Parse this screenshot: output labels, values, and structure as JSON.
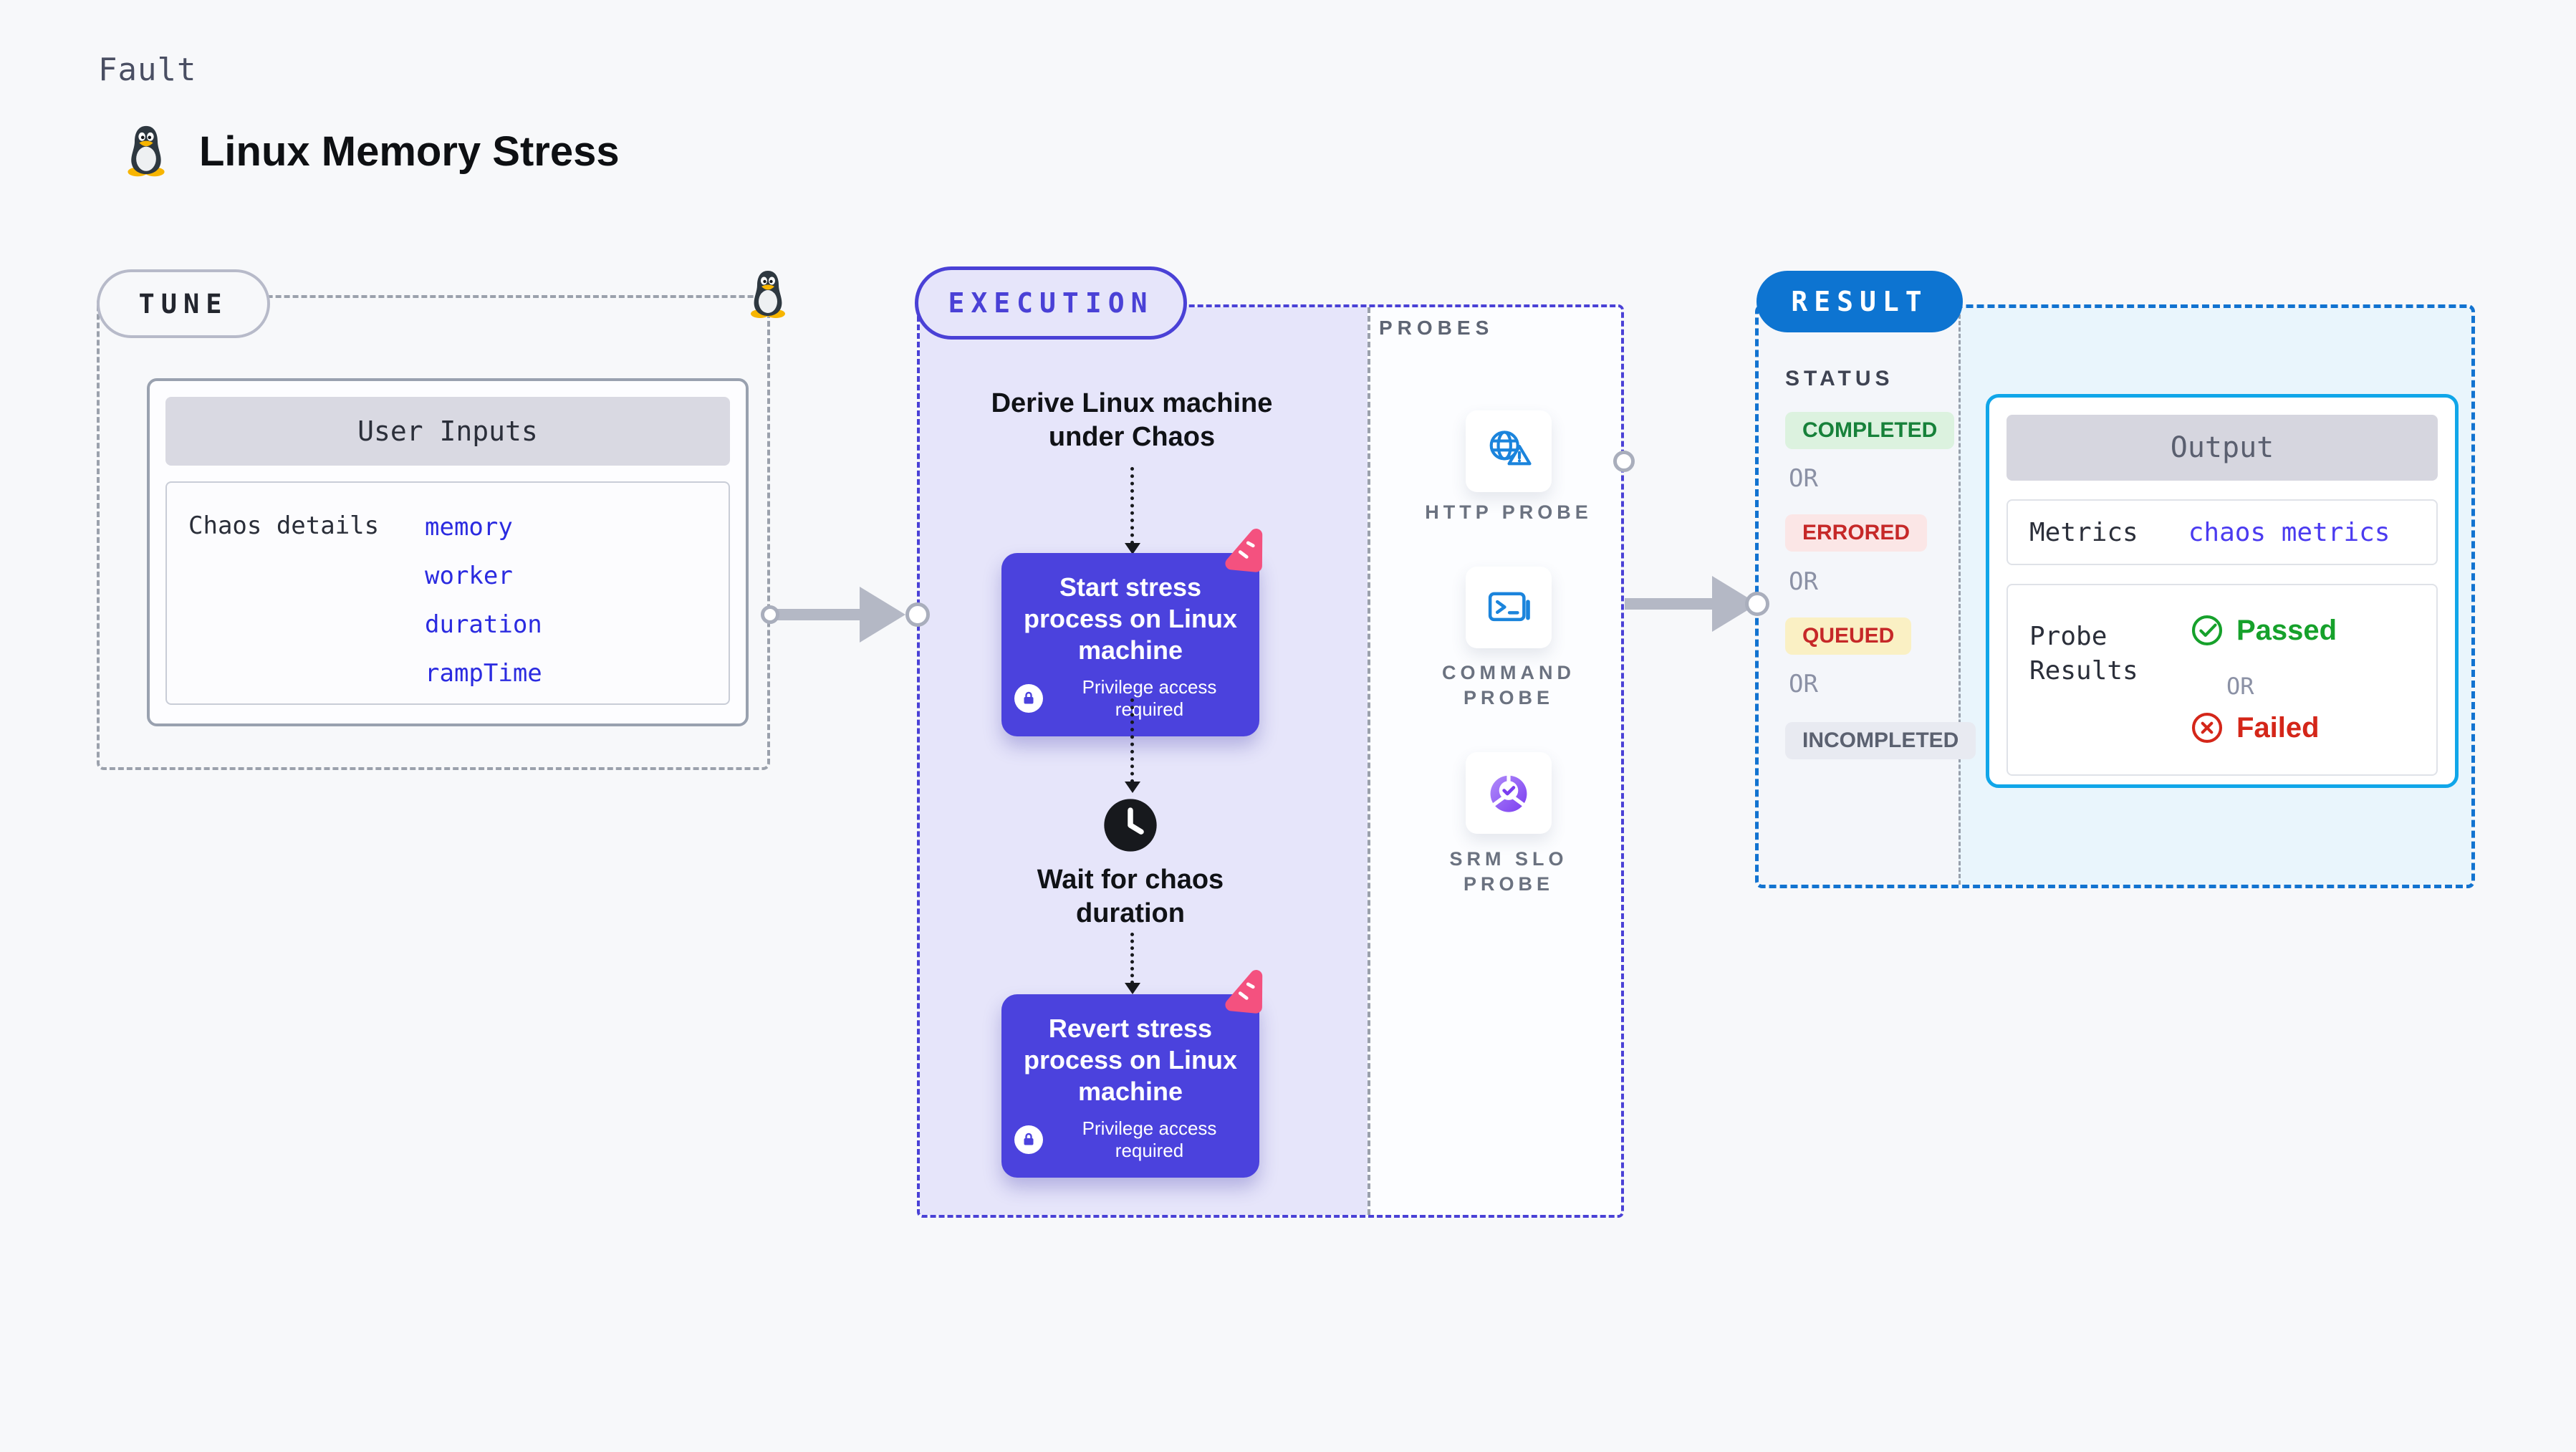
{
  "page": {
    "kind_label": "Fault",
    "title": "Linux Memory Stress",
    "background": "#f7f8fa"
  },
  "tune": {
    "label": "TUNE",
    "card_title": "User Inputs",
    "row_label": "Chaos details",
    "inputs": [
      "memory",
      "worker",
      "duration",
      "rampTime"
    ],
    "input_color": "#2b2be0"
  },
  "execution": {
    "label": "EXECUTION",
    "accent_color": "#4a41d6",
    "background_color": "#e6e5fa",
    "button_color": "#4b42dd",
    "step_derive": "Derive Linux machine under Chaos",
    "start_button": "Start stress process on Linux machine",
    "privilege_note": "Privilege access required",
    "wait_step": "Wait for chaos duration",
    "revert_button": "Revert stress process on Linux machine"
  },
  "probes": {
    "label": "PROBES",
    "items": [
      {
        "name": "HTTP PROBE",
        "icon": "globe-warning-icon",
        "icon_color": "#1b84dc"
      },
      {
        "name": "COMMAND PROBE",
        "icon": "terminal-icon",
        "icon_color": "#1b84dc"
      },
      {
        "name": "SRM SLO PROBE",
        "icon": "slo-donut-icon",
        "icon_color": "#8b52f5"
      }
    ]
  },
  "result": {
    "label": "RESULT",
    "accent_color": "#0d74d1",
    "status_header": "STATUS",
    "or_label": "OR",
    "statuses": [
      {
        "label": "COMPLETED",
        "fg": "#17813a",
        "bg": "#dcf2df"
      },
      {
        "label": "ERRORED",
        "fg": "#c62828",
        "bg": "#fbe6e6"
      },
      {
        "label": "QUEUED",
        "fg": "#c62828",
        "bg": "#faf0c4"
      },
      {
        "label": "INCOMPLETED",
        "fg": "#5b6170",
        "bg": "#e8eaf1"
      }
    ],
    "output": {
      "header": "Output",
      "metrics_label": "Metrics",
      "metrics_value": "chaos metrics",
      "metrics_value_color": "#4b3bf0",
      "probe_results_label": "Probe Results",
      "passed": "Passed",
      "passed_color": "#16a12b",
      "failed": "Failed",
      "failed_color": "#d42619"
    }
  }
}
